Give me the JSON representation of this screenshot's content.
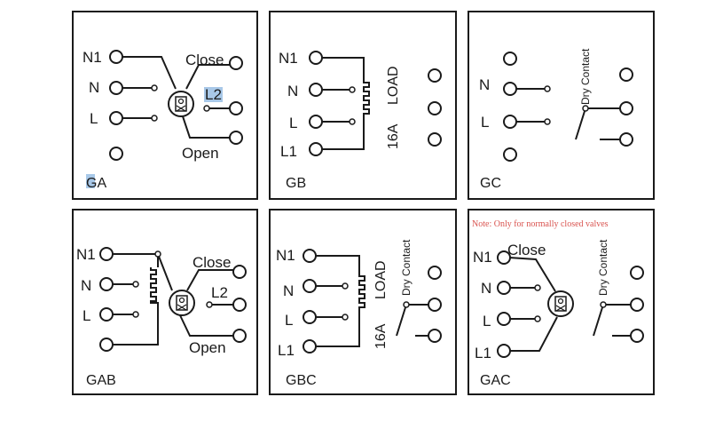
{
  "panels": {
    "ga": {
      "code": "GA",
      "n1": "N1",
      "n": "N",
      "l": "L",
      "close": "Close",
      "l2": "L2",
      "open": "Open"
    },
    "gb": {
      "code": "GB",
      "n1": "N1",
      "n": "N",
      "l": "L",
      "l1": "L1",
      "load": "LOAD",
      "amps": "16A"
    },
    "gc": {
      "code": "GC",
      "n": "N",
      "l": "L",
      "dry": "Dry Contact"
    },
    "gab": {
      "code": "GAB",
      "n1": "N1",
      "n": "N",
      "l": "L",
      "close": "Close",
      "l2": "L2",
      "open": "Open"
    },
    "gbc": {
      "code": "GBC",
      "n1": "N1",
      "n": "N",
      "l": "L",
      "l1": "L1",
      "load": "LOAD",
      "amps": "16A",
      "dry": "Dry Contact"
    },
    "gac": {
      "code": "GAC",
      "n1": "N1",
      "n": "N",
      "l": "L",
      "l1": "L1",
      "close": "Close",
      "dry": "Dry Contact"
    }
  },
  "note": "Note: Only for normally closed valves",
  "colors": {
    "line": "#1a1a1a",
    "note": "#d9534f",
    "highlight": "#a8c8e8"
  }
}
